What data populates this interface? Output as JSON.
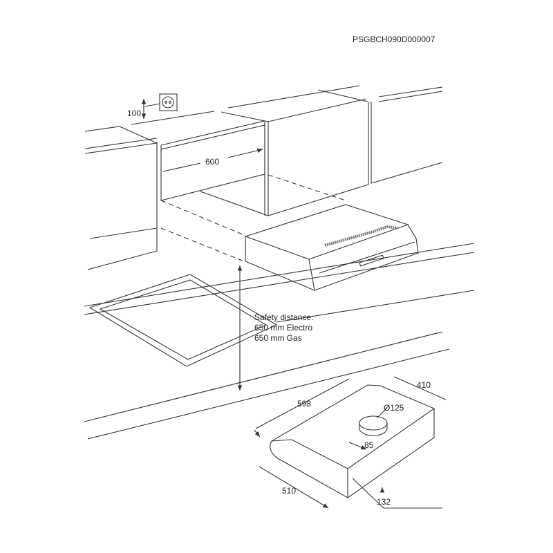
{
  "product_code": "PSGBCH090D000007",
  "dimensions": {
    "socket_height": "100",
    "cabinet_width": "600",
    "width": "598",
    "depth": "410",
    "duct_diameter": "Ø125",
    "duct_offset": "85",
    "front_depth": "510",
    "height": "132"
  },
  "safety": {
    "title": "Safety distance:",
    "electro": "650 mm Electro",
    "gas": "650 mm Gas"
  }
}
